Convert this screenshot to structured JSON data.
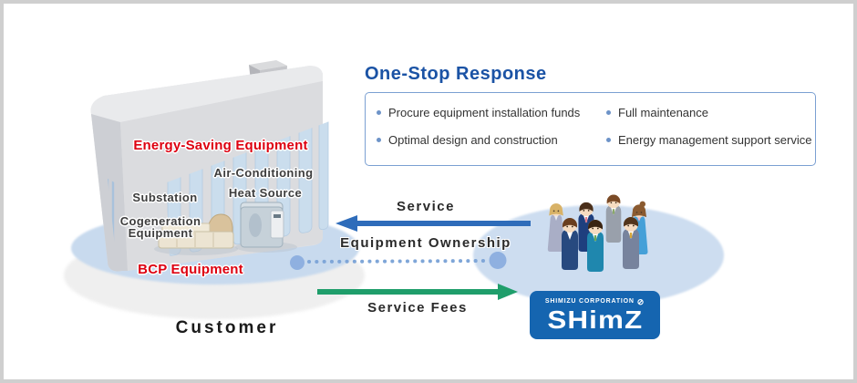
{
  "header": {
    "title": "One-Stop Response"
  },
  "features": {
    "items": [
      "Procure equipment installation funds",
      "Optimal design and construction",
      "Full maintenance",
      "Energy management support service"
    ]
  },
  "building": {
    "energy_saving_label": "Energy-Saving Equipment",
    "air_conditioning_label": "Air-Conditioning",
    "heat_source_label": "Heat Source",
    "substation_label": "Substation",
    "cogeneration_label_line1": "Cogeneration",
    "cogeneration_label_line2": "Equipment",
    "bcp_label": "BCP Equipment",
    "caption": "Customer"
  },
  "flows": {
    "service_label": "Service",
    "equipment_ownership_label": "Equipment Ownership",
    "service_fees_label": "Service Fees"
  },
  "company": {
    "corporation_name": "SHIMIZU CORPORATION",
    "brand_wordmark": "SHimZ",
    "mark_icon": "⊘"
  },
  "colors": {
    "title_blue": "#1b53a5",
    "highlight_red": "#dd0010",
    "arrow_blue": "#2e6cba",
    "arrow_green": "#1f9e6b",
    "dotted_blue": "#7fa6d8",
    "feature_box_border": "#7ba0d2",
    "logo_blue": "#1565b0",
    "ellipse_blue": "#cdddf0"
  }
}
